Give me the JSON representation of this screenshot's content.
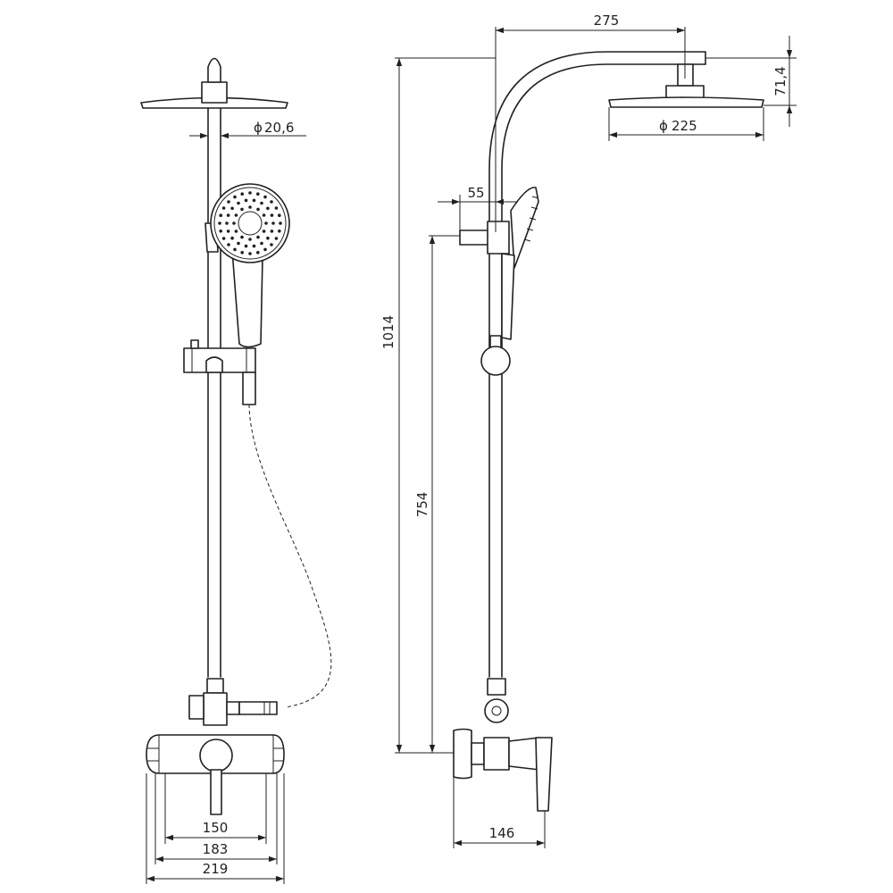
{
  "front_view": {
    "pipe_diameter": "20,6",
    "spout_width": "150",
    "body_width": "183",
    "overall_width": "219"
  },
  "side_view": {
    "arm_reach": "275",
    "head_drop": "71,4",
    "head_diameter": "225",
    "holder_offset": "55",
    "overall_height": "1014",
    "holder_height": "754",
    "mixer_depth": "146"
  },
  "symbols": {
    "diameter": "ϕ"
  },
  "colors": {
    "line": "#231f20",
    "background": "#ffffff"
  }
}
